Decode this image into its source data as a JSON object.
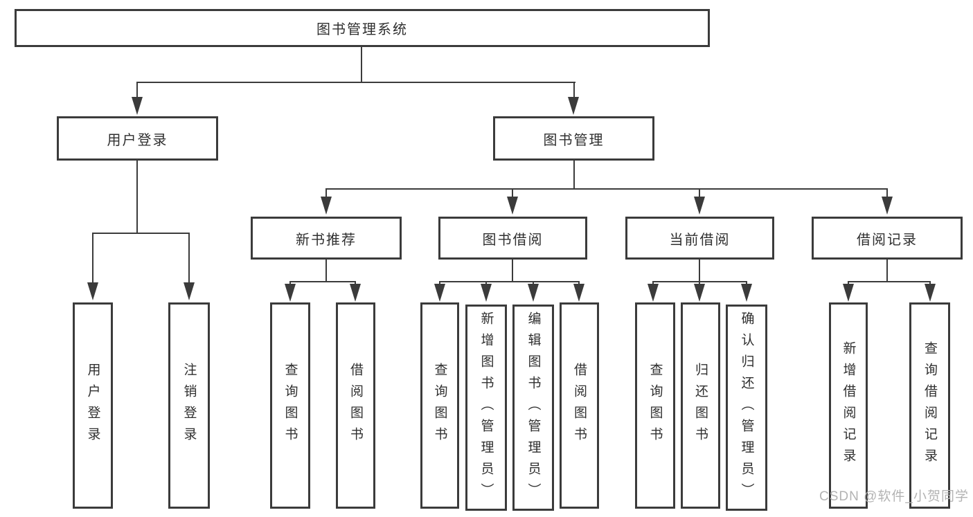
{
  "tree": {
    "root": "图书管理系统",
    "branches": [
      {
        "label": "用户登录",
        "leaves": [
          "用户登录",
          "注销登录"
        ]
      },
      {
        "label": "图书管理",
        "groups": [
          {
            "label": "新书推荐",
            "leaves": [
              "查询图书",
              "借阅图书"
            ]
          },
          {
            "label": "图书借阅",
            "leaves": [
              "查询图书",
              "新增图书（管理员）",
              "编辑图书（管理员）",
              "借阅图书"
            ]
          },
          {
            "label": "当前借阅",
            "leaves": [
              "查询图书",
              "归还图书",
              "确认归还（管理员）"
            ]
          },
          {
            "label": "借阅记录",
            "leaves": [
              "新增借阅记录",
              "查询借阅记录"
            ]
          }
        ]
      }
    ]
  },
  "watermark": "CSDN @软件_小贺同学",
  "colors": {
    "line": "#3b3b3b",
    "text": "#2f2f2f",
    "watermark_text": "#b3b3b3",
    "background": "#ffffff"
  }
}
